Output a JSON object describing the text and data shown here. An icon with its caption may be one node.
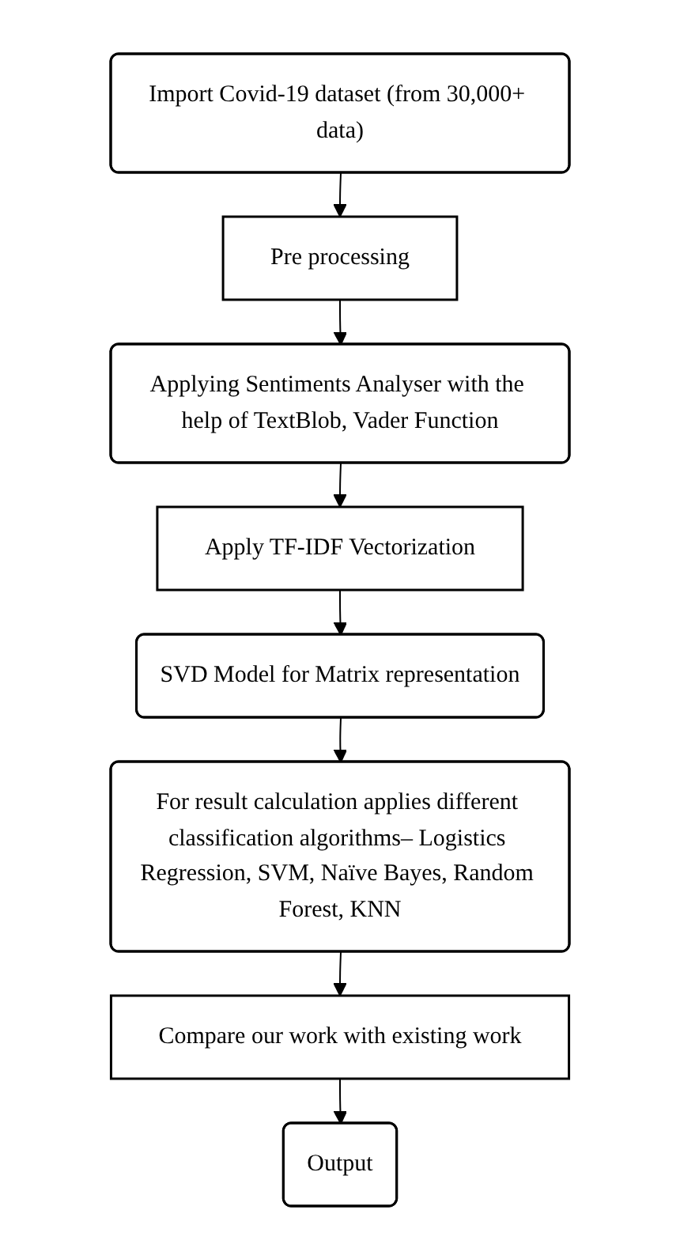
{
  "diagram": {
    "nodes": [
      {
        "text": [
          "Import Covid-19 dataset (from 30,000+ data)"
        ]
      },
      {
        "text": [
          "Pre processing"
        ]
      },
      {
        "text": [
          "Applying Sentiments Analyser with the help of TextBlob, Vader Function"
        ]
      },
      {
        "text": [
          "Apply TF-IDF Vectorization"
        ]
      },
      {
        "text": [
          "SVD Model for Matrix representation"
        ]
      },
      {
        "text": [
          "For result calculation applies different classification algorithms– Logistics Regression, SVM, Naïve Bayes, Random Forest, KNN"
        ]
      },
      {
        "text": [
          "Compare our work with existing work"
        ]
      },
      {
        "text": [
          "Output"
        ]
      }
    ],
    "edges": [
      {
        "from": 0,
        "to": 1,
        "arrow": "to"
      },
      {
        "from": 1,
        "to": 2,
        "arrow": "to"
      },
      {
        "from": 2,
        "to": 3,
        "arrow": "to"
      },
      {
        "from": 3,
        "to": 4,
        "arrow": "to"
      },
      {
        "from": 4,
        "to": 5,
        "arrow": "to"
      },
      {
        "from": 5,
        "to": 6,
        "arrow": "to"
      },
      {
        "from": 6,
        "to": 7,
        "arrow": "to"
      }
    ]
  }
}
